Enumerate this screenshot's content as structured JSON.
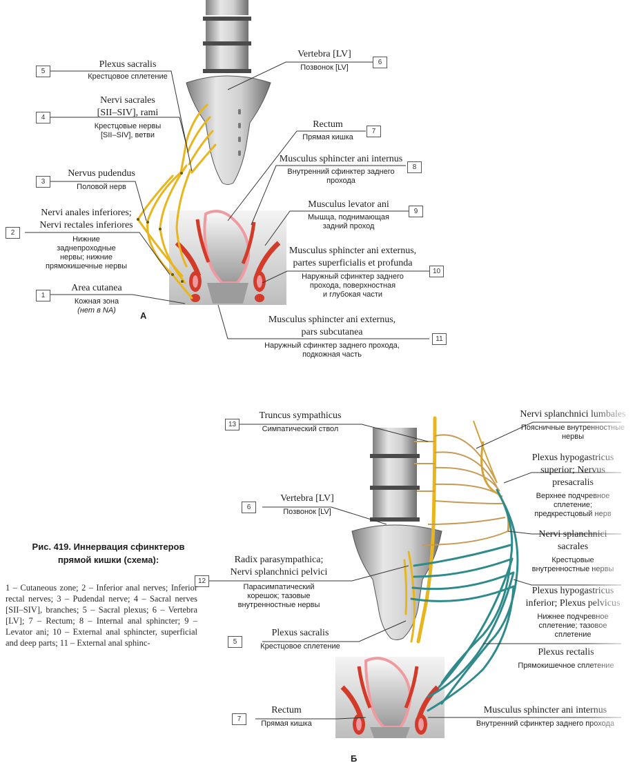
{
  "figure_a": {
    "letter": "А",
    "labels": [
      {
        "num": "5",
        "lat": [
          "Plexus sacralis"
        ],
        "rus": [
          "Крестцовое сплетение"
        ]
      },
      {
        "num": "4",
        "lat": [
          "Nervi sacrales",
          "[SII–SIV], rami"
        ],
        "rus": [
          "Крестцовые нервы",
          "[SII–SIV], ветви"
        ]
      },
      {
        "num": "3",
        "lat": [
          "Nervus pudendus"
        ],
        "rus": [
          "Половой нерв"
        ]
      },
      {
        "num": "2",
        "lat": [
          "Nervi anales inferiores;",
          "Nervi rectales inferiores"
        ],
        "rus": [
          "Нижние",
          "заднепроходные",
          "нервы; нижние",
          "прямокишечные нервы"
        ]
      },
      {
        "num": "1",
        "lat": [
          "Area cutanea"
        ],
        "rus": [
          "Кожная зона",
          "(нет в NA)"
        ]
      },
      {
        "num": "6",
        "lat": [
          "Vertebra [LV]"
        ],
        "rus": [
          "Позвонок [LV]"
        ]
      },
      {
        "num": "7",
        "lat": [
          "Rectum"
        ],
        "rus": [
          "Прямая кишка"
        ]
      },
      {
        "num": "8",
        "lat": [
          "Musculus sphincter ani internus"
        ],
        "rus": [
          "Внутренний сфинктер заднего",
          "прохода"
        ]
      },
      {
        "num": "9",
        "lat": [
          "Musculus levator ani"
        ],
        "rus": [
          "Мышца, поднимающая",
          "задний проход"
        ]
      },
      {
        "num": "10",
        "lat": [
          "Musculus sphincter ani externus,",
          "partes superficialis et profunda"
        ],
        "rus": [
          "Наружный сфинктер заднего",
          "прохода, поверхностная",
          "и глубокая части"
        ]
      },
      {
        "num": "11",
        "lat": [
          "Musculus sphincter ani externus,",
          "pars subcutanea"
        ],
        "rus": [
          "Наружный сфинктер заднего прохода,",
          "подкожная часть"
        ]
      }
    ]
  },
  "figure_b": {
    "letter": "Б",
    "labels": [
      {
        "num": "13",
        "lat": [
          "Truncus sympathicus"
        ],
        "rus": [
          "Симпатический ствол"
        ]
      },
      {
        "num": "6",
        "lat": [
          "Vertebra [LV]"
        ],
        "rus": [
          "Позвонок [LV]"
        ]
      },
      {
        "num": "12",
        "lat": [
          "Radix parasympathica;",
          "Nervi splanchnici pelvici"
        ],
        "rus": [
          "Парасимпатический",
          "корешок; тазовые",
          "внутренностные нервы"
        ]
      },
      {
        "num": "5",
        "lat": [
          "Plexus sacralis"
        ],
        "rus": [
          "Крестцовое сплетение"
        ]
      },
      {
        "num": "7",
        "lat": [
          "Rectum"
        ],
        "rus": [
          "Прямая кишка"
        ]
      },
      {
        "num": "",
        "lat": [
          "Nervi splanchnici lumbales"
        ],
        "rus": [
          "Поясничные внутренностные",
          "нервы"
        ]
      },
      {
        "num": "",
        "lat": [
          "Plexus hypogastricus",
          "superior; Nervus",
          "presacralis"
        ],
        "rus": [
          "Верхнее подчревное",
          "сплетение;",
          "предкрестцовый нерв"
        ]
      },
      {
        "num": "",
        "lat": [
          "Nervi splanchnici",
          "sacrales"
        ],
        "rus": [
          "Крестцовые",
          "внутренностные нервы"
        ]
      },
      {
        "num": "",
        "lat": [
          "Plexus hypogastricus",
          "inferior; Plexus pelvicus"
        ],
        "rus": [
          "Нижнее подчревное",
          "сплетение; тазовое",
          "сплетение"
        ]
      },
      {
        "num": "",
        "lat": [
          "Plexus rectalis"
        ],
        "rus": [
          "Прямокишечное сплетение"
        ]
      },
      {
        "num": "",
        "lat": [
          "Musculus sphincter ani internus"
        ],
        "rus": [
          "Внутренний сфинктер заднего прохода"
        ]
      }
    ]
  },
  "caption": {
    "title": "Рис. 419. Иннервация сфинктеров прямой кишки (схема):",
    "text": "1 – Cutaneous zone; 2 – Inferior anal nerves; Inferior rectal nerves; 3 – Pudendal nerve; 4 – Sacral nerves [SII–SIV], branches; 5 – Sacral plexus; 6 – Vertebra [LV]; 7 – Rectum; 8 – Internal anal sphincter; 9 – Levator ani; 10 – External anal sphincter, superficial and deep parts; 11 – External anal sphinc-"
  },
  "colors": {
    "nerve_yellow": "#e8b51c",
    "nerve_teal": "#2f8a8c",
    "muscle_red": "#d23a2a",
    "mucosa_pink": "#ee9aa0",
    "bone_gray": "#b9b9b9"
  }
}
